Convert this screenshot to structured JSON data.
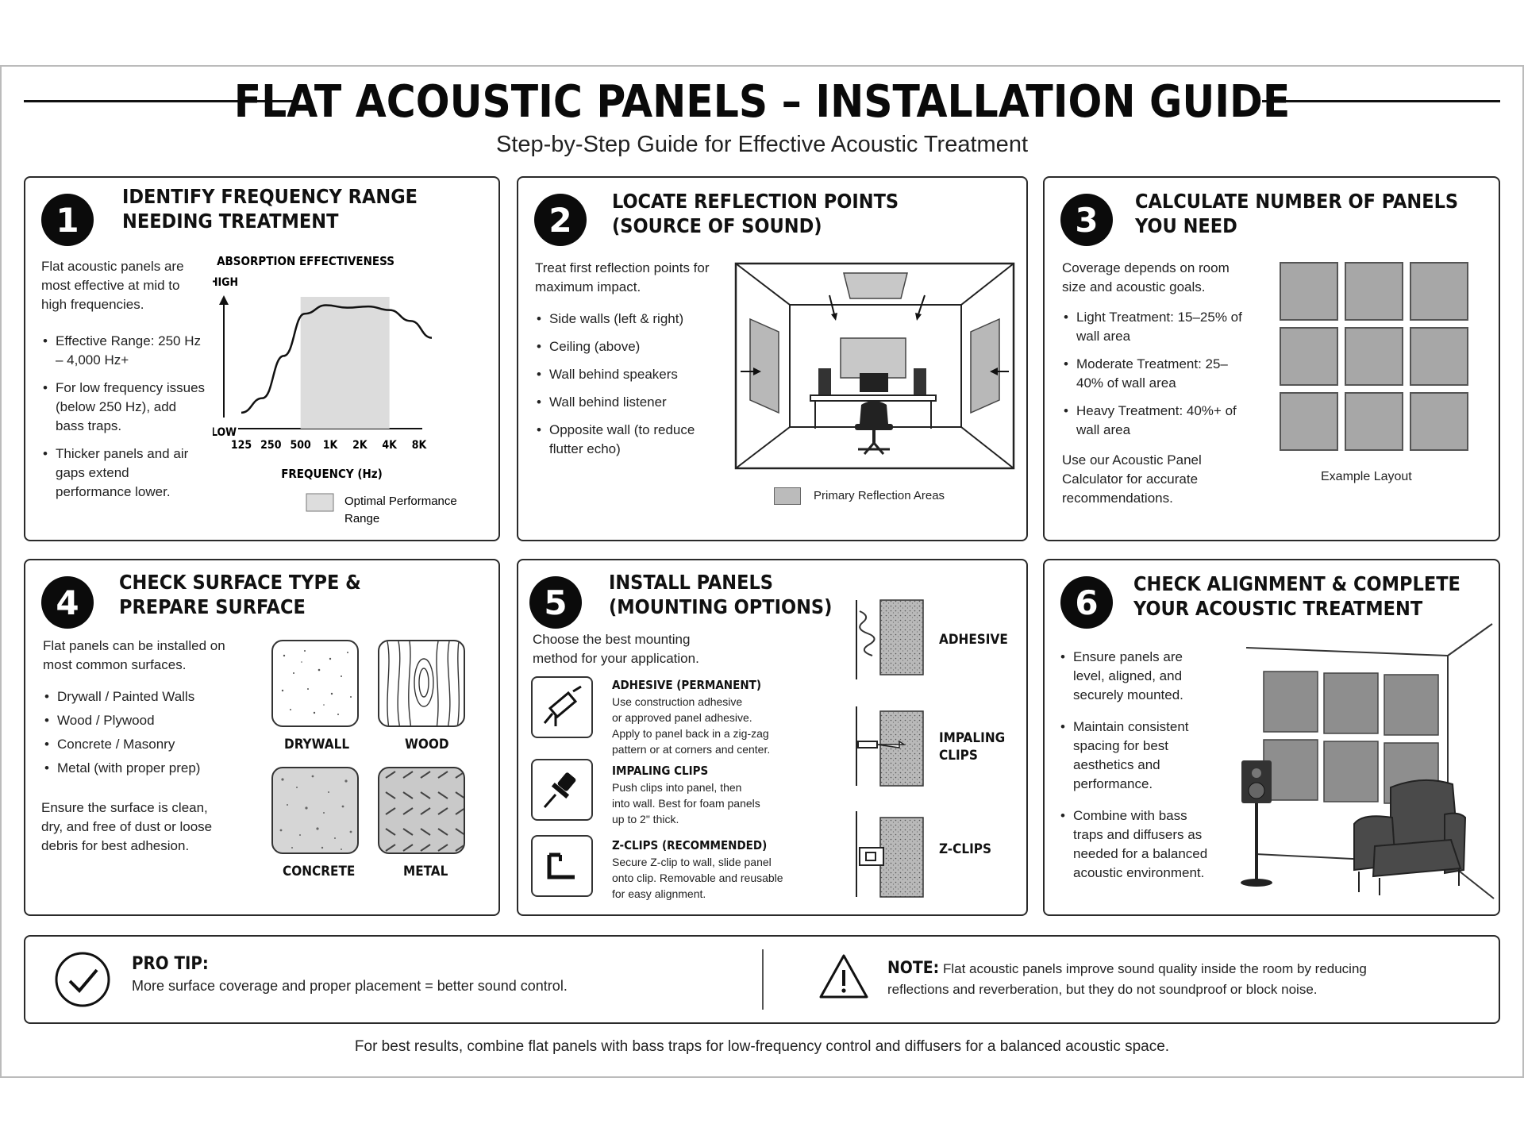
{
  "header": {
    "title": "FLAT ACOUSTIC PANELS – INSTALLATION GUIDE",
    "subtitle": "Step-by-Step Guide for Effective Acoustic Treatment"
  },
  "step1": {
    "number": "1",
    "title_line1": "IDENTIFY FREQUENCY RANGE",
    "title_line2": "NEEDING TREATMENT",
    "intro": "Flat acoustic panels are most effective at mid to high frequencies.",
    "bullets": [
      "Effective Range: 250 Hz – 4,000 Hz+",
      "For low frequency issues (below 250 Hz), add bass traps.",
      "Thicker panels and air gaps extend performance lower."
    ],
    "chart_data": {
      "type": "area",
      "title": "ABSORPTION EFFECTIVENESS",
      "xlabel": "FREQUENCY (Hz)",
      "ylabel_high": "HIGH",
      "ylabel_low": "LOW",
      "x_ticks": [
        "125",
        "250",
        "500",
        "1K",
        "2K",
        "4K",
        "8K"
      ],
      "series": [
        {
          "values": [
            0.08,
            0.2,
            0.55,
            0.9,
            0.97,
            0.95,
            0.96,
            0.93,
            0.84,
            0.7
          ]
        }
      ],
      "highlight_range": [
        "500",
        "4K"
      ],
      "legend": "Optimal Performance Range"
    }
  },
  "step2": {
    "number": "2",
    "title_line1": "LOCATE REFLECTION POINTS",
    "title_line2": "(SOURCE OF SOUND)",
    "intro": "Treat first reflection points for maximum impact.",
    "bullets": [
      "Side walls (left & right)",
      "Ceiling (above)",
      "Wall behind speakers",
      "Wall behind listener",
      "Opposite wall (to reduce flutter echo)"
    ],
    "legend": "Primary Reflection Areas"
  },
  "step3": {
    "number": "3",
    "title_line1": "CALCULATE NUMBER OF PANELS",
    "title_line2": "YOU NEED",
    "intro": "Coverage depends on room size and acoustic goals.",
    "bullets": [
      "Light Treatment: 15–25% of wall area",
      "Moderate Treatment: 25–40% of wall area",
      "Heavy Treatment: 40%+ of wall area"
    ],
    "outro": "Use our Acoustic Panel Calculator for accurate recommendations.",
    "layout_caption": "Example Layout"
  },
  "step4": {
    "number": "4",
    "title_line1": "CHECK SURFACE TYPE &",
    "title_line2": "PREPARE SURFACE",
    "intro": "Flat panels can be installed on most common surfaces.",
    "bullets": [
      "Drywall / Painted Walls",
      "Wood / Plywood",
      "Concrete / Masonry",
      "Metal (with proper prep)"
    ],
    "outro": "Ensure the surface is clean, dry, and free of dust or loose debris for best adhesion.",
    "surfaces": [
      "DRYWALL",
      "WOOD",
      "CONCRETE",
      "METAL"
    ]
  },
  "step5": {
    "number": "5",
    "title_line1": "INSTALL PANELS",
    "title_line2": "(MOUNTING OPTIONS)",
    "intro": "Choose the best mounting method for your application.",
    "options": [
      {
        "title": "ADHESIVE (PERMANENT)",
        "desc": [
          "Use construction adhesive",
          "or approved panel adhesive.",
          "Apply to panel back in a zig-zag",
          "pattern or at corners and center."
        ]
      },
      {
        "title": "IMPALING CLIPS",
        "desc": [
          "Push clips into panel, then",
          "into wall. Best for foam panels",
          "up to 2\" thick."
        ]
      },
      {
        "title": "Z-CLIPS (RECOMMENDED)",
        "desc": [
          "Secure Z-clip to wall, slide panel",
          "onto clip. Removable and reusable",
          "for easy alignment."
        ]
      }
    ],
    "diagram_labels": [
      "ADHESIVE",
      "IMPALING",
      "CLIPS",
      "Z-CLIPS"
    ]
  },
  "step6": {
    "number": "6",
    "title_line1": "CHECK ALIGNMENT & COMPLETE",
    "title_line2": "YOUR ACOUSTIC TREATMENT",
    "bullets": [
      "Ensure panels are level, aligned, and securely mounted.",
      "Maintain consistent spacing for best aesthetics and performance.",
      "Combine with bass traps and diffusers as needed for a balanced acoustic environment."
    ]
  },
  "tip": {
    "heading": "PRO TIP:",
    "text": "More surface coverage and proper placement = better sound control.",
    "note_heading": "NOTE:",
    "note_line1": "Flat acoustic panels improve sound quality inside the room by reducing",
    "note_line2": "reflections and reverberation, but they do not soundproof or block noise."
  },
  "footer": "For best results, combine flat panels with bass traps for low-frequency control and diffusers for a balanced acoustic space."
}
